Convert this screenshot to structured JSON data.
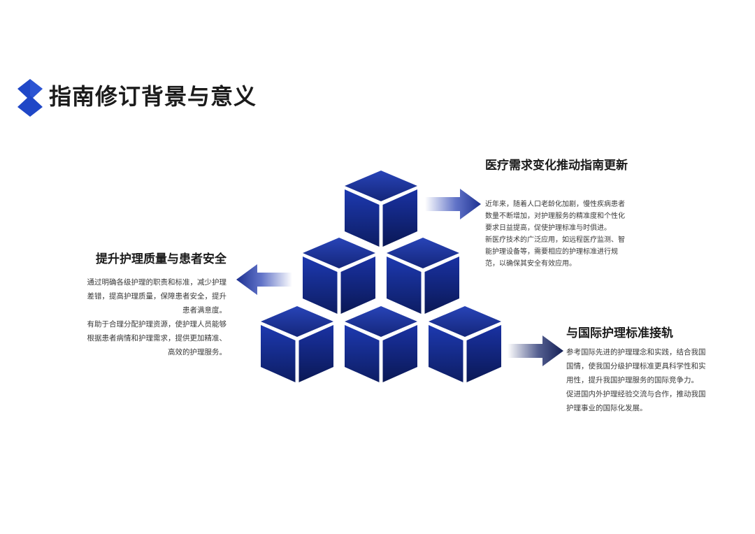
{
  "title": "指南修订背景与意义",
  "colors": {
    "accent": "#1f47c7",
    "cube_top": "#2b45b8",
    "cube_dark": "#0b1c5c",
    "arrow": "#1c2f8f"
  },
  "sections": [
    {
      "id": "top-right",
      "heading": "医疗需求变化推动指南更新",
      "paragraphs": [
        "近年来，随着人口老龄化加剧，慢性疾病患者数量不断增加，对护理服务的精准度和个性化要求日益提高，促使护理标准与时俱进。",
        "新医疗技术的广泛应用，如远程医疗监测、智能护理设备等，需要相应的护理标准进行规范，以确保其安全有效应用。"
      ]
    },
    {
      "id": "left",
      "heading": "提升护理质量与患者安全",
      "paragraphs": [
        "通过明确各级护理的职责和标准，减少护理差错，提高护理质量，保障患者安全，提升患者满意度。",
        "有助于合理分配护理资源，使护理人员能够根据患者病情和护理需求，提供更加精准、高效的护理服务。"
      ]
    },
    {
      "id": "bottom-right",
      "heading": "与国际护理标准接轨",
      "paragraphs": [
        "参考国际先进的护理理念和实践，结合我国国情，使我国分级护理标准更具科学性和实用性，提升我国护理服务的国际竞争力。",
        "促进国内外护理经验交流与合作，推动我国护理事业的国际化发展。"
      ]
    }
  ]
}
